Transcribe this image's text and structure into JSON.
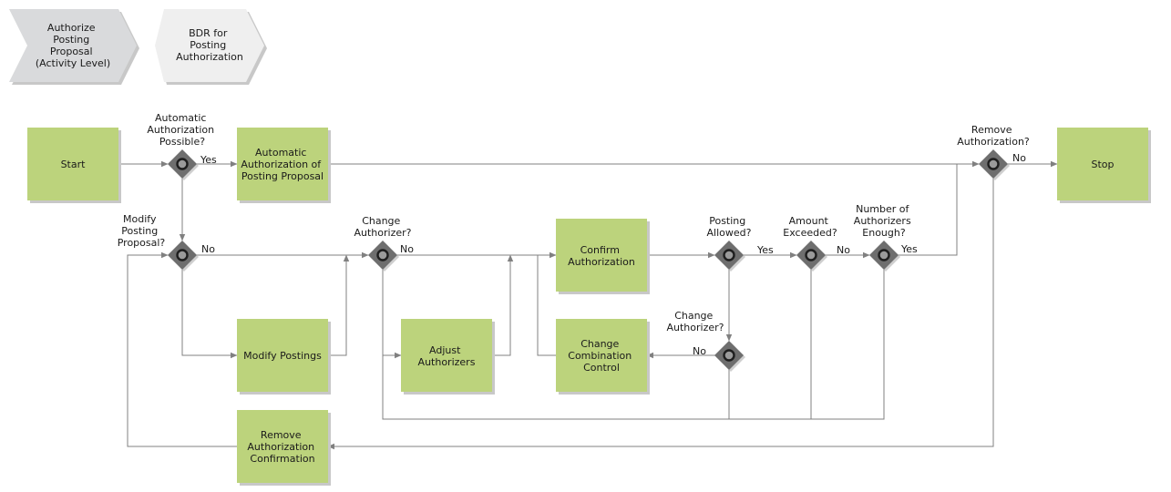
{
  "header": {
    "chevron_1": [
      "Authorize",
      "Posting",
      "Proposal",
      "(Activity Level)"
    ],
    "chevron_2": [
      "BDR for",
      "Posting",
      "Authorization"
    ]
  },
  "nodes": {
    "start": [
      "Start"
    ],
    "auto_authorization": [
      "Automatic",
      "Authorization of",
      "Posting Proposal"
    ],
    "stop": [
      "Stop"
    ],
    "modify_postings": [
      "Modify Postings"
    ],
    "adjust_authorizers": [
      "Adjust",
      "Authorizers"
    ],
    "confirm_authorization": [
      "Confirm",
      "Authorization"
    ],
    "change_combination_control": [
      "Change",
      "Combination",
      "Control"
    ],
    "remove_authorization_confirmation": [
      "Remove",
      "Authorization",
      "Confirmation"
    ]
  },
  "decisions": {
    "auto_possible": [
      "Automatic",
      "Authorization",
      "Possible?"
    ],
    "modify_proposal": [
      "Modify",
      "Posting",
      "Proposal?"
    ],
    "change_authorizer_1": [
      "Change",
      "Authorizer?"
    ],
    "posting_allowed": [
      "Posting",
      "Allowed?"
    ],
    "change_authorizer_2": [
      "Change",
      "Authorizer?"
    ],
    "amount_exceeded": [
      "Amount",
      "Exceeded?"
    ],
    "number_enough": [
      "Number of",
      "Authorizers",
      "Enough?"
    ],
    "remove_authorization": [
      "Remove",
      "Authorization?"
    ]
  },
  "edge_labels": {
    "auto_yes": "Yes",
    "remove_no": "No",
    "modify_no": "No",
    "change_auth_no": "No",
    "posting_yes": "Yes",
    "change_auth_2_no": "No",
    "amount_no": "No",
    "enough_yes": "Yes"
  }
}
